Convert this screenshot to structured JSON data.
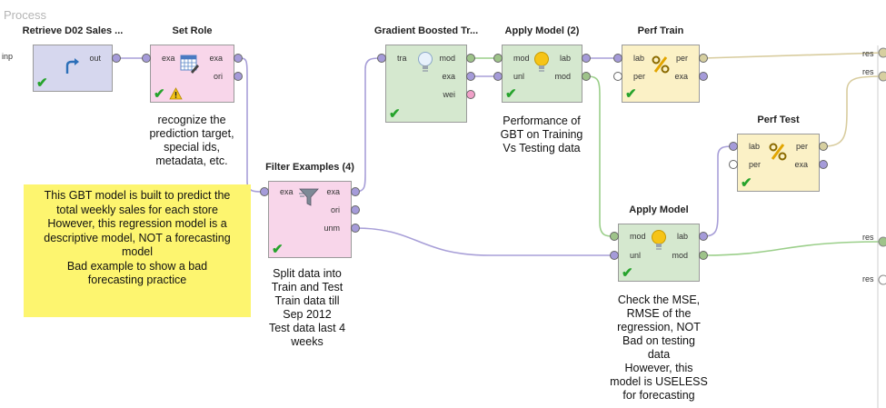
{
  "process_label": "Process",
  "inp_label": "inp",
  "operators": {
    "retrieve": {
      "title": "Retrieve D02 Sales ...",
      "ports_out": [
        "out"
      ]
    },
    "set_role": {
      "title": "Set Role",
      "ports_in": [
        "exa"
      ],
      "ports_out": [
        "exa",
        "ori"
      ]
    },
    "filter": {
      "title": "Filter Examples (4)",
      "ports_in": [
        "exa"
      ],
      "ports_out": [
        "exa",
        "ori",
        "unm"
      ]
    },
    "gbt": {
      "title": "Gradient Boosted Tr...",
      "ports_in": [
        "tra"
      ],
      "ports_out": [
        "mod",
        "exa",
        "wei"
      ]
    },
    "apply2": {
      "title": "Apply Model (2)",
      "ports_in": [
        "mod",
        "unl"
      ],
      "ports_out": [
        "lab",
        "mod"
      ]
    },
    "perf_train": {
      "title": "Perf Train",
      "ports_in": [
        "lab",
        "per"
      ],
      "ports_out": [
        "per",
        "exa"
      ]
    },
    "perf_test": {
      "title": "Perf Test",
      "ports_in": [
        "lab",
        "per"
      ],
      "ports_out": [
        "per",
        "exa"
      ]
    },
    "apply": {
      "title": "Apply Model",
      "ports_in": [
        "mod",
        "unl"
      ],
      "ports_out": [
        "lab",
        "mod"
      ]
    }
  },
  "notes": {
    "set_role": [
      "recognize the",
      "prediction target,",
      "special ids,",
      "metadata, etc."
    ],
    "apply2": [
      "Performance of",
      "GBT on Training",
      "Vs Testing data"
    ],
    "filter": [
      "Split data into",
      "Train and Test",
      "Train data till",
      "Sep 2012",
      "Test data last 4",
      "weeks"
    ],
    "apply": [
      "Check the MSE,",
      "RMSE of the",
      "regression, NOT",
      "Bad on testing",
      "data",
      "However, this",
      "model is USELESS",
      "for forecasting"
    ],
    "sticky": [
      "This GBT model is built to predict the",
      "total weekly sales for each store",
      "However, this regression model is a",
      "descriptive model, NOT a forecasting",
      "model",
      "Bad example to show a bad",
      "forecasting practice"
    ]
  },
  "result_ports": [
    "res",
    "res",
    "res",
    "res"
  ],
  "colors": {
    "example_port": "#a59bd9",
    "model_port": "#9ec38a",
    "performance_port": "#d6cfa0",
    "weights_port": "#f0a0c8",
    "wire_example": "#a89fd8",
    "wire_model": "#9bcf8a",
    "wire_perf": "#d8cc9e"
  },
  "icons": {
    "retrieve": "retrieve-arrow-icon",
    "set_role": "table-edit-icon",
    "filter": "funnel-icon",
    "gbt": "lightbulb-icon",
    "apply": "lightbulb-icon",
    "perf": "percent-icon",
    "status": "check-icon",
    "warning": "warning-icon"
  }
}
